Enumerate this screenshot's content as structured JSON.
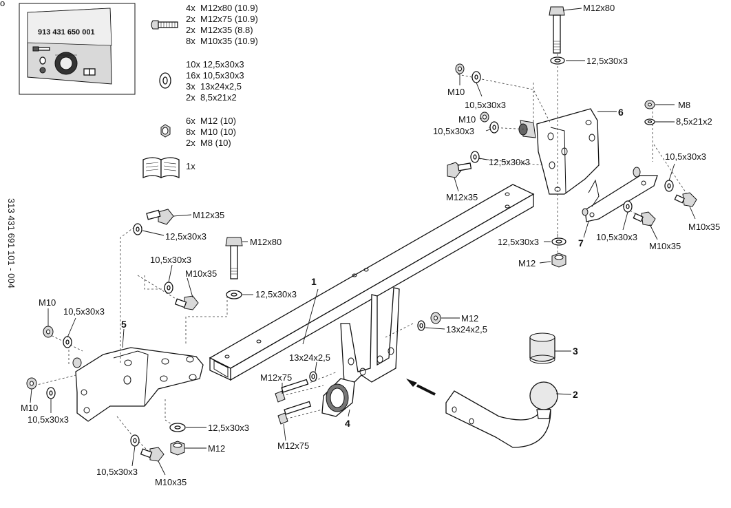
{
  "doc_code": "313 431 691 101 - 004",
  "corner_mark": "o",
  "package": {
    "code": "913 431 650 001"
  },
  "kit_list": {
    "bolts": [
      "4x  M12x80 (10.9)",
      "2x  M12x75 (10.9)",
      "2x  M12x35 (8.8)",
      "8x  M10x35 (10.9)"
    ],
    "washers": [
      "10x 12,5x30x3",
      "16x 10,5x30x3",
      "3x  13x24x2,5",
      "2x  8,5x21x2"
    ],
    "nuts": [
      "6x  M12 (10)",
      "8x  M10 (10)",
      "2x  M8 (10)"
    ],
    "manual": [
      "1x"
    ]
  },
  "part_numbers": {
    "p1": "1",
    "p2": "2",
    "p3": "3",
    "p4": "4",
    "p5": "5",
    "p6": "6",
    "p7": "7"
  },
  "callouts": {
    "rt_bolt": "M12x80",
    "rt_washer": "12,5x30x3",
    "rt_nut_a": "M10",
    "rt_washer_a": "10,5x30x3",
    "rt_nut_b": "M10",
    "rt_washer_b": "10,5x30x3",
    "rt_washer_c": "12,5x30x3",
    "rt_bolt_c": "M12x35",
    "rt_nut_m8": "M8",
    "rt_washer_m8": "8,5x21x2",
    "rt_washer_d": "10,5x30x3",
    "rt_bolt_d": "M10x35",
    "rt_washer_e": "10,5x30x3",
    "rt_bolt_e": "M10x35",
    "rt_washer_f": "12,5x30x3",
    "rt_nut_f": "M12",
    "lt_bolt_a": "M12x35",
    "lt_washer_a": "12,5x30x3",
    "lt_bolt_b": "M12x80",
    "lt_washer_b1": "10,5x30x3",
    "lt_bolt_c": "M10x35",
    "lt_washer_b": "12,5x30x3",
    "lt_nut_a": "M10",
    "lt_washer_c": "10,5x30x3",
    "lt_nut_b": "M10",
    "lt_washer_d": "10,5x30x3",
    "lt_washer_e": "12,5x30x3",
    "lt_nut_e": "M12",
    "lt_washer_f": "10,5x30x3",
    "lt_bolt_f": "M10x35",
    "ctr_washer": "13x24x2,5",
    "ctr_bolt_a": "M12x75",
    "ctr_bolt_b": "M12x75",
    "ctr_nut": "M12",
    "ctr_washer_b": "13x24x2,5"
  }
}
